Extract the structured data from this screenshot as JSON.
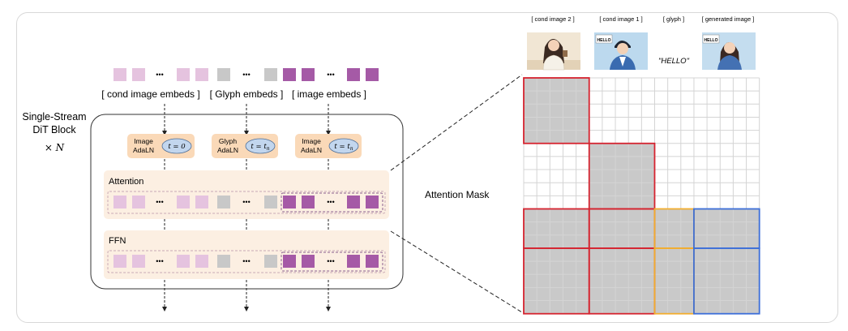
{
  "left": {
    "block_title_line1": "Single-Stream",
    "block_title_line2": "DiT Block",
    "times": "× N",
    "embed_labels": [
      "[ cond image embeds ]",
      "[ Glyph embeds ]",
      "[ image embeds ]"
    ],
    "adaln": [
      {
        "line1": "Image",
        "line2": "AdaLN",
        "t": "t = 0"
      },
      {
        "line1": "Glyph",
        "line2": "AdaLN",
        "t": "t = t_n"
      },
      {
        "line1": "Image",
        "line2": "AdaLN",
        "t": "t = t_n"
      }
    ],
    "attention_label": "Attention",
    "ffn_label": "FFN",
    "ellipsis": "•••"
  },
  "right": {
    "attention_mask_label": "Attention Mask",
    "column_labels": [
      "[ cond image 2 ]",
      "[ cond image 1 ]",
      "[ glyph ]",
      "[ generated image ]"
    ],
    "glyph_text": "\"HELLO\"",
    "hello_sign": "HELLO"
  },
  "colors": {
    "cond": "#e5c3df",
    "glyph": "#c8c8c8",
    "image": "#a55aa6",
    "panel": "#fcefe2",
    "pill": "#fad9b8",
    "oval": "#c2d6ee",
    "red": "#d5232f",
    "orange": "#f2ad2e",
    "blue": "#3d6fd8",
    "mask_fill": "#c9c9c9"
  }
}
